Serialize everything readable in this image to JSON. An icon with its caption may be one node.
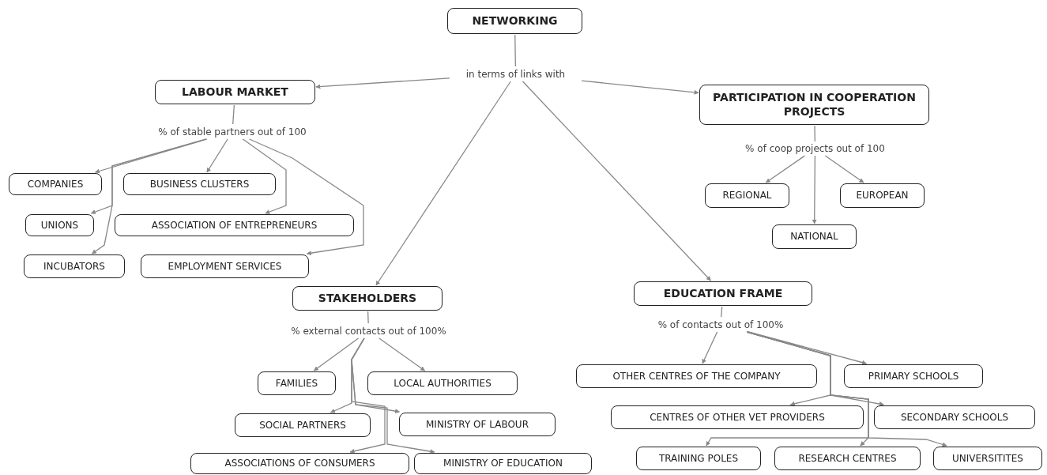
{
  "diagram": {
    "nodes": [
      {
        "text": [
          "NETWORKING"
        ]
      },
      {
        "text": [
          "in terms of links with"
        ]
      },
      {
        "text": [
          "LABOUR MARKET"
        ]
      },
      {
        "text": [
          "PARTICIPATION IN COOPERATION PROJECTS"
        ]
      },
      {
        "text": [
          "% of stable partners out of 100"
        ]
      },
      {
        "text": [
          "COMPANIES"
        ]
      },
      {
        "text": [
          "BUSINESS CLUSTERS"
        ]
      },
      {
        "text": [
          "UNIONS"
        ]
      },
      {
        "text": [
          "ASSOCIATION OF ENTREPRENEURS"
        ]
      },
      {
        "text": [
          "INCUBATORS"
        ]
      },
      {
        "text": [
          "EMPLOYMENT SERVICES"
        ]
      },
      {
        "text": [
          "% of coop projects out of 100"
        ]
      },
      {
        "text": [
          "REGIONAL"
        ]
      },
      {
        "text": [
          "EUROPEAN"
        ]
      },
      {
        "text": [
          "NATIONAL"
        ]
      },
      {
        "text": [
          "STAKEHOLDERS"
        ]
      },
      {
        "text": [
          "EDUCATION FRAME"
        ]
      },
      {
        "text": [
          "% external contacts out of 100%"
        ]
      },
      {
        "text": [
          "FAMILIES"
        ]
      },
      {
        "text": [
          "LOCAL AUTHORITIES"
        ]
      },
      {
        "text": [
          "SOCIAL PARTNERS"
        ]
      },
      {
        "text": [
          "MINISTRY OF LABOUR"
        ]
      },
      {
        "text": [
          "ASSOCIATIONS OF CONSUMERS"
        ]
      },
      {
        "text": [
          "MINISTRY OF EDUCATION"
        ]
      },
      {
        "text": [
          "% of contacts out of 100%"
        ]
      },
      {
        "text": [
          "OTHER CENTRES OF THE COMPANY"
        ]
      },
      {
        "text": [
          "PRIMARY SCHOOLS"
        ]
      },
      {
        "text": [
          "CENTRES OF OTHER VET PROVIDERS"
        ]
      },
      {
        "text": [
          "SECONDARY SCHOOLS"
        ]
      },
      {
        "text": [
          "TRAINING POLES"
        ]
      },
      {
        "text": [
          "RESEARCH CENTRES"
        ]
      },
      {
        "text": [
          "UNIVERSITITES"
        ]
      }
    ],
    "edges": [
      {
        "from": 0,
        "to": 1,
        "arrow": "none"
      },
      {
        "from": 1,
        "to": 2,
        "arrow": "to"
      },
      {
        "from": 1,
        "to": 3,
        "arrow": "to"
      },
      {
        "from": 1,
        "to": 15,
        "arrow": "to"
      },
      {
        "from": 1,
        "to": 16,
        "arrow": "to"
      },
      {
        "from": 2,
        "to": 4,
        "arrow": "none"
      },
      {
        "from": 4,
        "to": 5,
        "arrow": "to"
      },
      {
        "from": 4,
        "to": 6,
        "arrow": "to"
      },
      {
        "from": 4,
        "to": 7,
        "arrow": "to"
      },
      {
        "from": 4,
        "to": 8,
        "arrow": "to"
      },
      {
        "from": 4,
        "to": 9,
        "arrow": "to"
      },
      {
        "from": 4,
        "to": 10,
        "arrow": "to"
      },
      {
        "from": 3,
        "to": 11,
        "arrow": "none"
      },
      {
        "from": 11,
        "to": 12,
        "arrow": "to"
      },
      {
        "from": 11,
        "to": 13,
        "arrow": "to"
      },
      {
        "from": 11,
        "to": 14,
        "arrow": "to"
      },
      {
        "from": 15,
        "to": 17,
        "arrow": "none"
      },
      {
        "from": 17,
        "to": 18,
        "arrow": "to"
      },
      {
        "from": 17,
        "to": 19,
        "arrow": "to"
      },
      {
        "from": 17,
        "to": 20,
        "arrow": "to"
      },
      {
        "from": 17,
        "to": 21,
        "arrow": "to"
      },
      {
        "from": 17,
        "to": 22,
        "arrow": "to"
      },
      {
        "from": 17,
        "to": 23,
        "arrow": "to"
      },
      {
        "from": 16,
        "to": 24,
        "arrow": "none"
      },
      {
        "from": 24,
        "to": 25,
        "arrow": "to"
      },
      {
        "from": 24,
        "to": 26,
        "arrow": "to"
      },
      {
        "from": 24,
        "to": 27,
        "arrow": "to"
      },
      {
        "from": 24,
        "to": 28,
        "arrow": "to"
      },
      {
        "from": 24,
        "to": 29,
        "arrow": "to"
      },
      {
        "from": 24,
        "to": 30,
        "arrow": "to"
      },
      {
        "from": 24,
        "to": 31,
        "arrow": "to"
      }
    ]
  }
}
